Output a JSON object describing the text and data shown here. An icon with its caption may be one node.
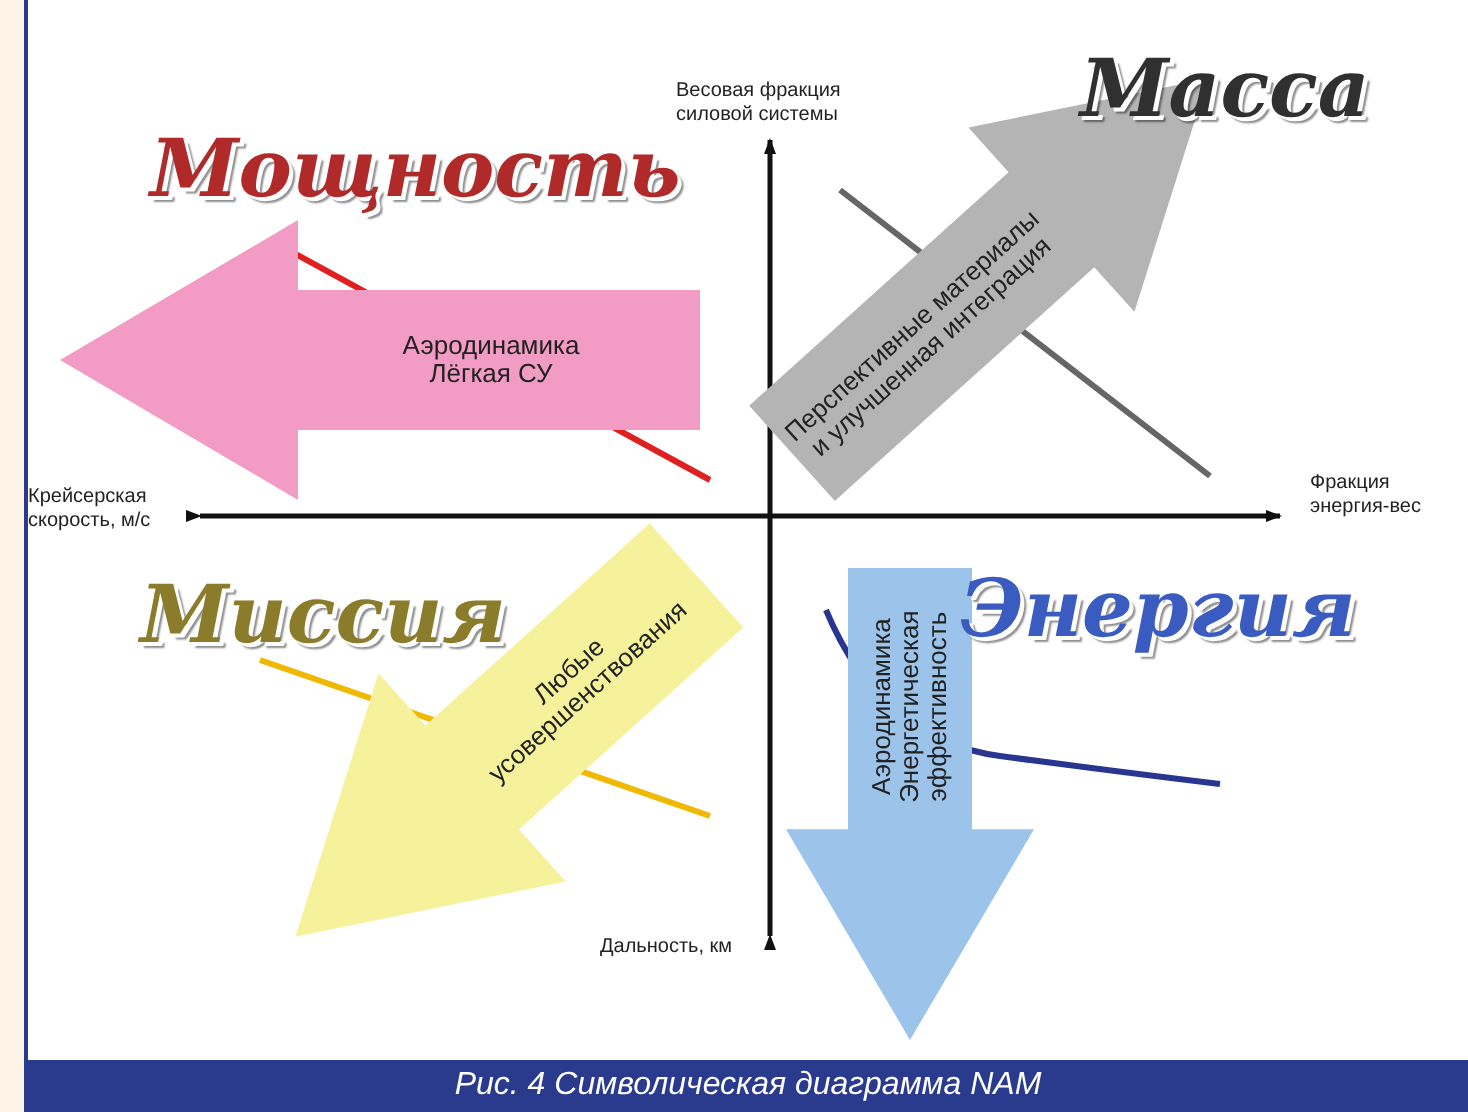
{
  "diagram": {
    "caption": "Рис. 4 Символическая диаграмма NAM",
    "nodes": [
      {
        "text": [
          "Аэродинамика Лёгкая СУ"
        ]
      },
      {
        "text": [
          "Перспективные материалы и улучшенная интеграция"
        ]
      },
      {
        "text": [
          "Любые усовершенствования"
        ]
      },
      {
        "text": [
          "Аэродинамика Энергетическая эффективность"
        ]
      }
    ],
    "labels": [
      "Весовая фракция силовой системы",
      "Мощность",
      "Масса",
      "Крейсерская скорость, м/с",
      "Фракция энергия-вес",
      "Миссия",
      "Энергия",
      "Дальность, км"
    ]
  }
}
